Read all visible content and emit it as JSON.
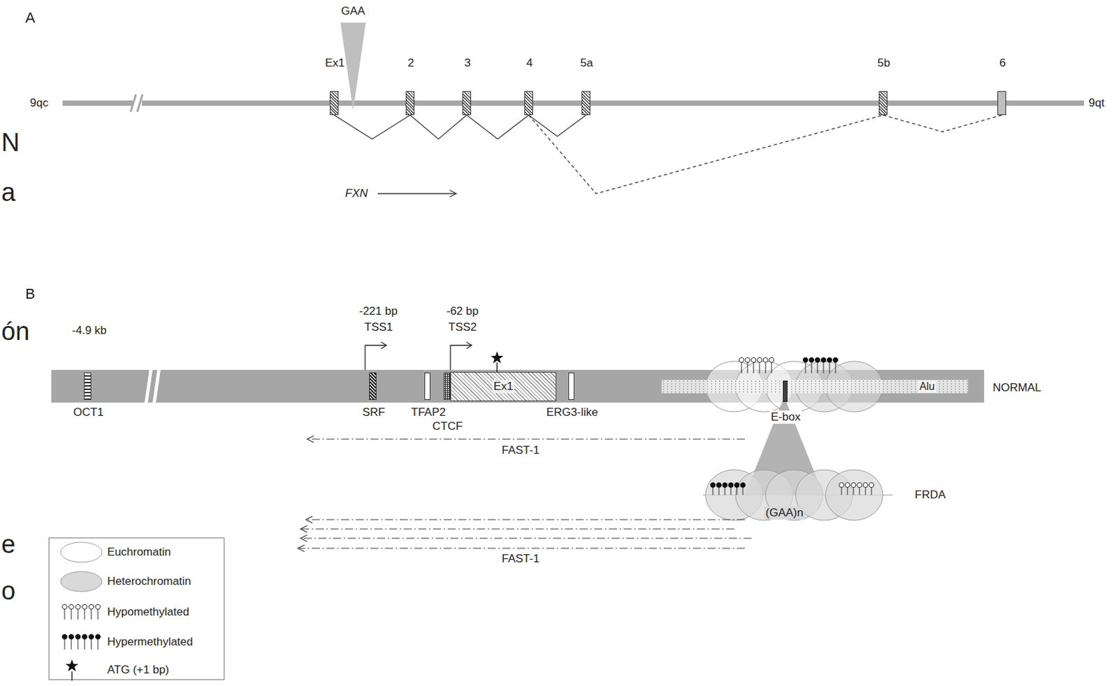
{
  "diagram": {
    "nodes": [
      {
        "text": [
          "Ex1"
        ]
      },
      {
        "text": [
          "2"
        ]
      },
      {
        "text": [
          "3"
        ]
      },
      {
        "text": [
          "4"
        ]
      },
      {
        "text": [
          "5a"
        ]
      },
      {
        "text": [
          "5b"
        ]
      },
      {
        "text": [
          "6"
        ]
      },
      {
        "text": [
          "OCT1"
        ]
      },
      {
        "text": [
          "SRF"
        ]
      },
      {
        "text": [
          "TFAP2"
        ]
      },
      {
        "text": [
          "CTCF"
        ]
      },
      {
        "text": [
          "Ex1"
        ]
      },
      {
        "text": [
          "ERG3-like"
        ]
      },
      {
        "text": [
          "Alu"
        ]
      },
      {
        "text": [
          "E-box"
        ],
        "in": 13
      }
    ],
    "edges": [
      {
        "from": 0,
        "to": 1,
        "arrow": "none"
      },
      {
        "from": 1,
        "to": 2,
        "arrow": "none"
      },
      {
        "from": 2,
        "to": 3,
        "arrow": "none"
      },
      {
        "from": 3,
        "to": 4,
        "arrow": "none"
      },
      {
        "from": 3,
        "to": 5,
        "arrow": "none"
      },
      {
        "from": 5,
        "to": 6,
        "arrow": "none"
      }
    ],
    "labels": [
      "A",
      "9qc",
      "9qt",
      "GAA",
      "FXN",
      "B",
      "-221 bp",
      "TSS1",
      "-62 bp",
      "TSS2",
      "-4.9 kb",
      "NORMAL",
      "FAST-1",
      "FRDA",
      "(GAA)n",
      "FAST-1",
      "N",
      "a",
      "ón",
      "e",
      "o"
    ],
    "legend": [
      {
        "text": "Euchromatin",
        "color": "#ffffff"
      },
      {
        "text": "Heterochromatin",
        "color": "#d9d9d9"
      },
      {
        "text": "Hypomethylated"
      },
      {
        "text": "Hypermethylated"
      },
      {
        "text": "ATG (+1 bp)"
      }
    ]
  }
}
